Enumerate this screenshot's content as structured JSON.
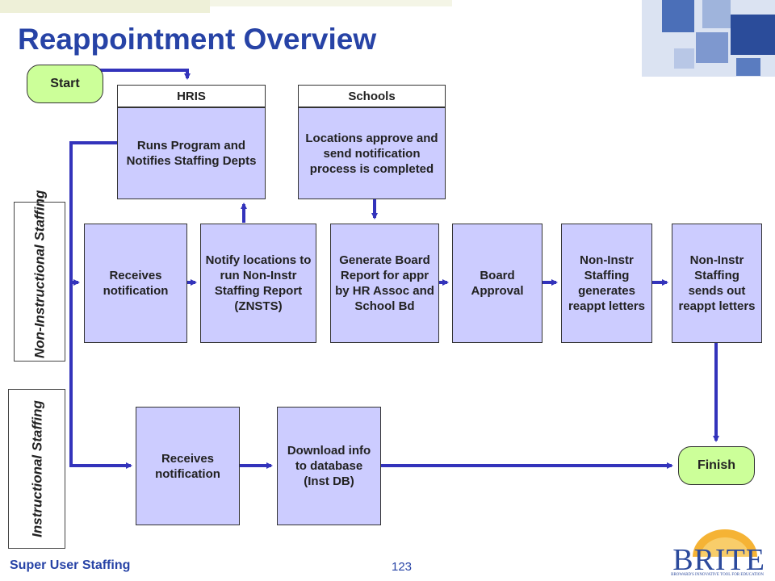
{
  "title": "Reappointment Overview",
  "start": "Start",
  "finish": "Finish",
  "headers": {
    "hris": "HRIS",
    "schools": "Schools"
  },
  "boxes": {
    "runs_program": "Runs Program and Notifies Staffing Depts",
    "locations_approve": "Locations approve and send notification process is completed",
    "receives_notification_ni": "Receives notification",
    "notify_locations": "Notify locations to run Non-Instr Staffing Report (ZNSTS)",
    "generate_board_report": "Generate Board Report for appr by HR Assoc and School Bd",
    "board_approval": "Board Approval",
    "generates_letters": "Non-Instr Staffing generates reappt letters",
    "sends_letters": "Non-Instr Staffing sends out reappt letters",
    "receives_notification_i": "Receives notification",
    "download_info": "Download info to database (Inst DB)"
  },
  "lanes": {
    "non_instructional": "Non-Instructional Staffing",
    "instructional": "Instructional Staffing"
  },
  "footer": {
    "left": "Super User Staffing",
    "page": "123"
  },
  "logo": {
    "text": "BRITE",
    "tagline": "BROWARD'S INNOVATIVE TOOL FOR EDUCATION"
  },
  "colors": {
    "title": "#2743a6",
    "box_fill": "#ccccff",
    "pill_fill": "#ccff99",
    "connector": "#3333bb"
  }
}
